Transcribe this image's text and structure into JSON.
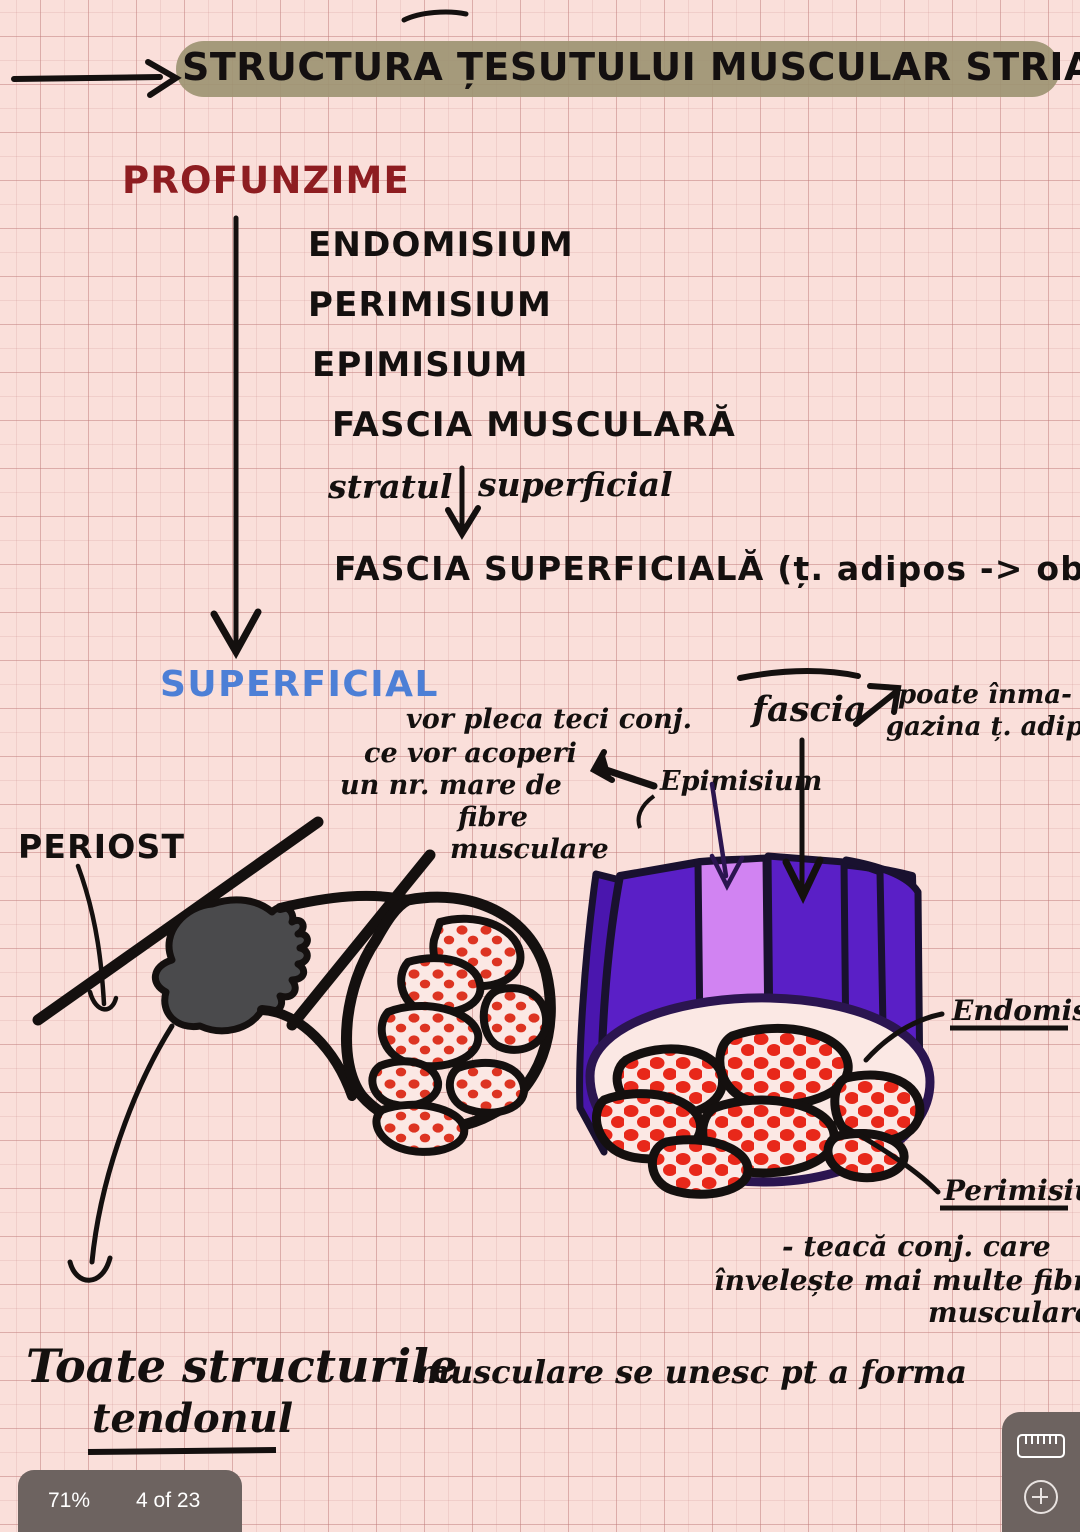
{
  "document": {
    "title": "STRUCTURA ȚESUTULUI MUSCULAR STRIAT SCHELETIC",
    "paper": "pink grid / graph paper",
    "ink_color": "#14100f",
    "highlight_color": "#9d9473"
  },
  "depth_axis": {
    "top_label": "PROFUNZIME",
    "top_label_color": "#8e1d21",
    "bottom_label": "SUPERFICIAL",
    "bottom_label_color": "#4d7fd6"
  },
  "layers_list": [
    {
      "label": "ENDOMISIUM"
    },
    {
      "label": "PERIMISIUM"
    },
    {
      "label": "EPIMISIUM"
    },
    {
      "label": "FASCIA MUSCULARĂ"
    },
    {
      "label": "stratul"
    },
    {
      "label": "superficial"
    },
    {
      "label": "FASCIA SUPERFICIALĂ (ț. adipos -> obezi)"
    }
  ],
  "annotations": {
    "fascicle_note": [
      "vor pleca teci conj.",
      "ce vor acoperi",
      "un nr. mare de",
      "fibre",
      "musculare"
    ],
    "epimisium_label": "Epimisium",
    "fascia_label": "fascia",
    "fascia_note": [
      "poate înma-",
      "gazina ț. adipos"
    ],
    "periost_label": "PERIOST",
    "endomisium_label": "Endomisium",
    "perimisium_label": "Perimisium",
    "perimisium_note": [
      "- teacă conj. care",
      "învelește mai multe fibre",
      "musculare"
    ]
  },
  "bottom_sentence": {
    "line1_lead": "Toate structurile",
    "line1_rest": "musculare se unesc pt a forma",
    "line2_underlined": "tendonul"
  },
  "diagram_colors": {
    "fascia_dark_purple": "#5a1fc6",
    "epimisium_light_purple": "#d183f2",
    "fiber_red": "#e8281a",
    "fascicle_fill": "#fbe8e4",
    "bone_gray": "#4a4a4c",
    "outline_black": "#100d0c"
  },
  "statusbar": {
    "zoom": "71%",
    "page": "4 of 23"
  },
  "toolbar": {
    "ruler_icon": "ruler-icon",
    "add_icon": "plus-circle-icon"
  }
}
